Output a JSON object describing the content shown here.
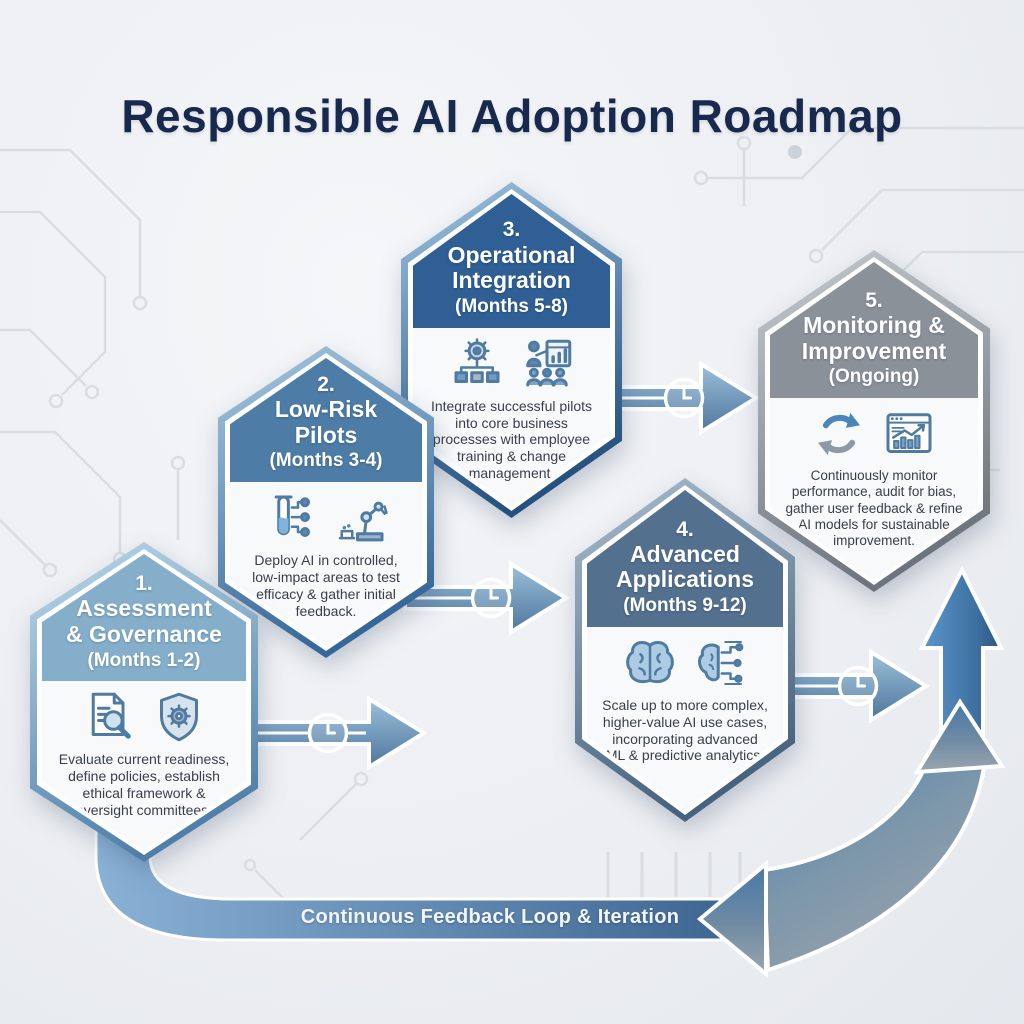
{
  "title": "Responsible AI Adoption Roadmap",
  "stages": [
    {
      "number": "1.",
      "title_line1": "Assessment",
      "title_line2": "& Governance",
      "months": "(Months 1-2)",
      "description": "Evaluate current readiness, define policies, establish ethical framework & oversight committees.",
      "icons": [
        "document-search-icon",
        "shield-gear-icon"
      ],
      "header_color": "#85aecb"
    },
    {
      "number": "2.",
      "title_line1": "Low-Risk",
      "title_line2": "Pilots",
      "months": "(Months 3-4)",
      "description": "Deploy AI in controlled, low-impact areas to test efficacy & gather initial feedback.",
      "icons": [
        "test-tube-icon",
        "robot-arm-icon"
      ],
      "header_color": "#4d7ca6"
    },
    {
      "number": "3.",
      "title_line1": "Operational",
      "title_line2": "Integration",
      "months": "(Months 5-8)",
      "description": "Integrate successful pilots into core business processes with employee training & change management.",
      "icons": [
        "gear-orgchart-icon",
        "training-presentation-icon"
      ],
      "header_color": "#2f5f95"
    },
    {
      "number": "4.",
      "title_line1": "Advanced",
      "title_line2": "Applications",
      "months": "(Months 9-12)",
      "description": "Scale up to more complex, higher-value AI use cases, incorporating advanced ML & predictive analytics.",
      "icons": [
        "brain-icon",
        "brain-circuit-icon"
      ],
      "header_color": "#53708e"
    },
    {
      "number": "5.",
      "title_line1": "Monitoring &",
      "title_line2": "Improvement",
      "months": "(Ongoing)",
      "description": "Continuously monitor performance, audit for bias, gather user feedback & refine AI models for sustainable improvement.",
      "icons": [
        "sync-arrows-icon",
        "analytics-window-icon"
      ],
      "header_color": "#8b9199"
    }
  ],
  "feedback_loop": {
    "label": "Continuous Feedback Loop & Iteration"
  },
  "connector_icons": [
    "clock-icon",
    "clock-icon",
    "clock-icon",
    "clock-icon"
  ],
  "colors": {
    "title_text": "#19294d",
    "background": "#edeff2",
    "circuit_trace": "#d9dde2",
    "connector_arrow_top": "#9cc0da",
    "connector_arrow_bottom": "#4e779e",
    "feedback_band_left": "#8ab2d6",
    "feedback_band_right": "#3a628e",
    "up_arrow_blue": "#5b97cc",
    "up_arrow_dark": "#2d567e",
    "loop_gray": "#98a2ac",
    "stage_headers": [
      "#85aecb",
      "#4d7ca6",
      "#2f5f95",
      "#53708e",
      "#8b9199"
    ]
  }
}
